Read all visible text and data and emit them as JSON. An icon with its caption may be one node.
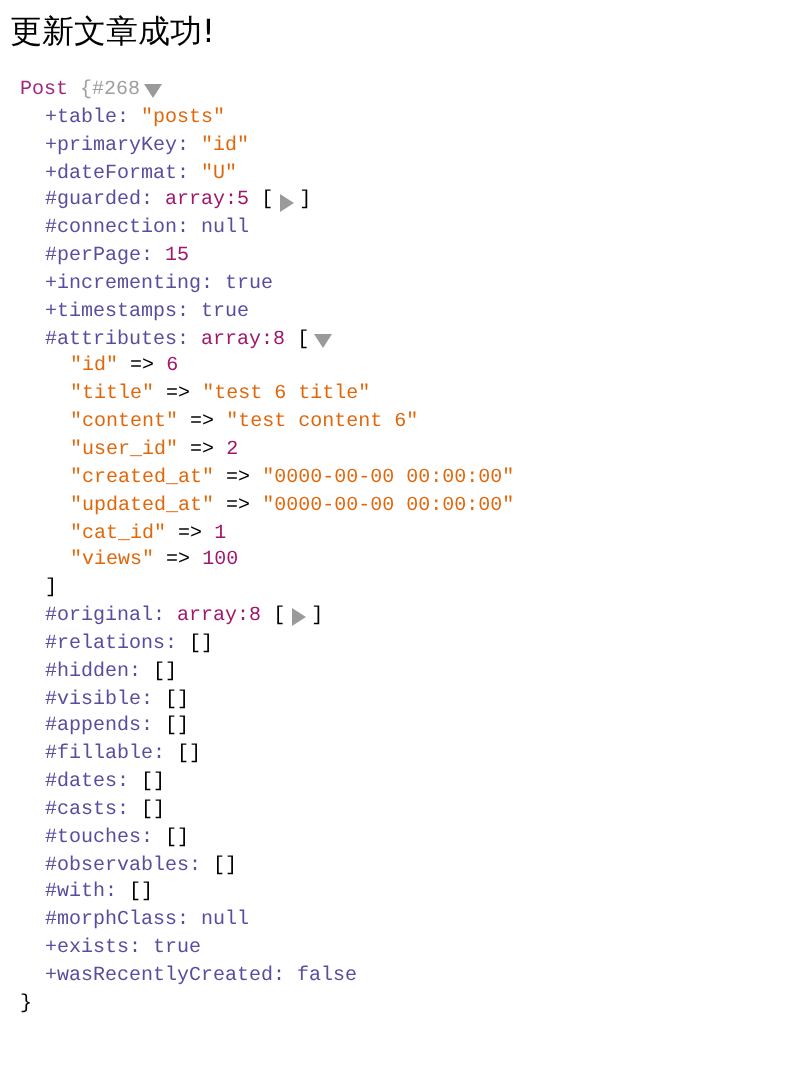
{
  "diagram": {
    "title": "更新文章成功!",
    "labels": [
      "Post",
      "{#268",
      "+table:",
      "\"posts\"",
      "+primaryKey:",
      "\"id\"",
      "+dateFormat:",
      "\"U\"",
      "#guarded:",
      "array:5",
      "[",
      "]",
      "#connection:",
      "null",
      "#perPage:",
      "15",
      "+incrementing:",
      "true",
      "+timestamps:",
      "true",
      "#attributes:",
      "array:8",
      "[",
      "\"id\"",
      "=>",
      "6",
      "\"title\"",
      "=>",
      "\"test 6 title\"",
      "\"content\"",
      "=>",
      "\"test content 6\"",
      "\"user_id\"",
      "=>",
      "2",
      "\"created_at\"",
      "=>",
      "\"0000-00-00 00:00:00\"",
      "\"updated_at\"",
      "=>",
      "\"0000-00-00 00:00:00\"",
      "\"cat_id\"",
      "=>",
      "1",
      "\"views\"",
      "=>",
      "100",
      "]",
      "#original:",
      "array:8",
      "[",
      "]",
      "#relations:",
      "[]",
      "#hidden:",
      "[]",
      "#visible:",
      "[]",
      "#appends:",
      "[]",
      "#fillable:",
      "[]",
      "#dates:",
      "[]",
      "#casts:",
      "[]",
      "#touches:",
      "[]",
      "#observables:",
      "[]",
      "#with:",
      "[]",
      "#morphClass:",
      "null",
      "+exists:",
      "true",
      "+wasRecentlyCreated:",
      "false",
      "}"
    ]
  }
}
